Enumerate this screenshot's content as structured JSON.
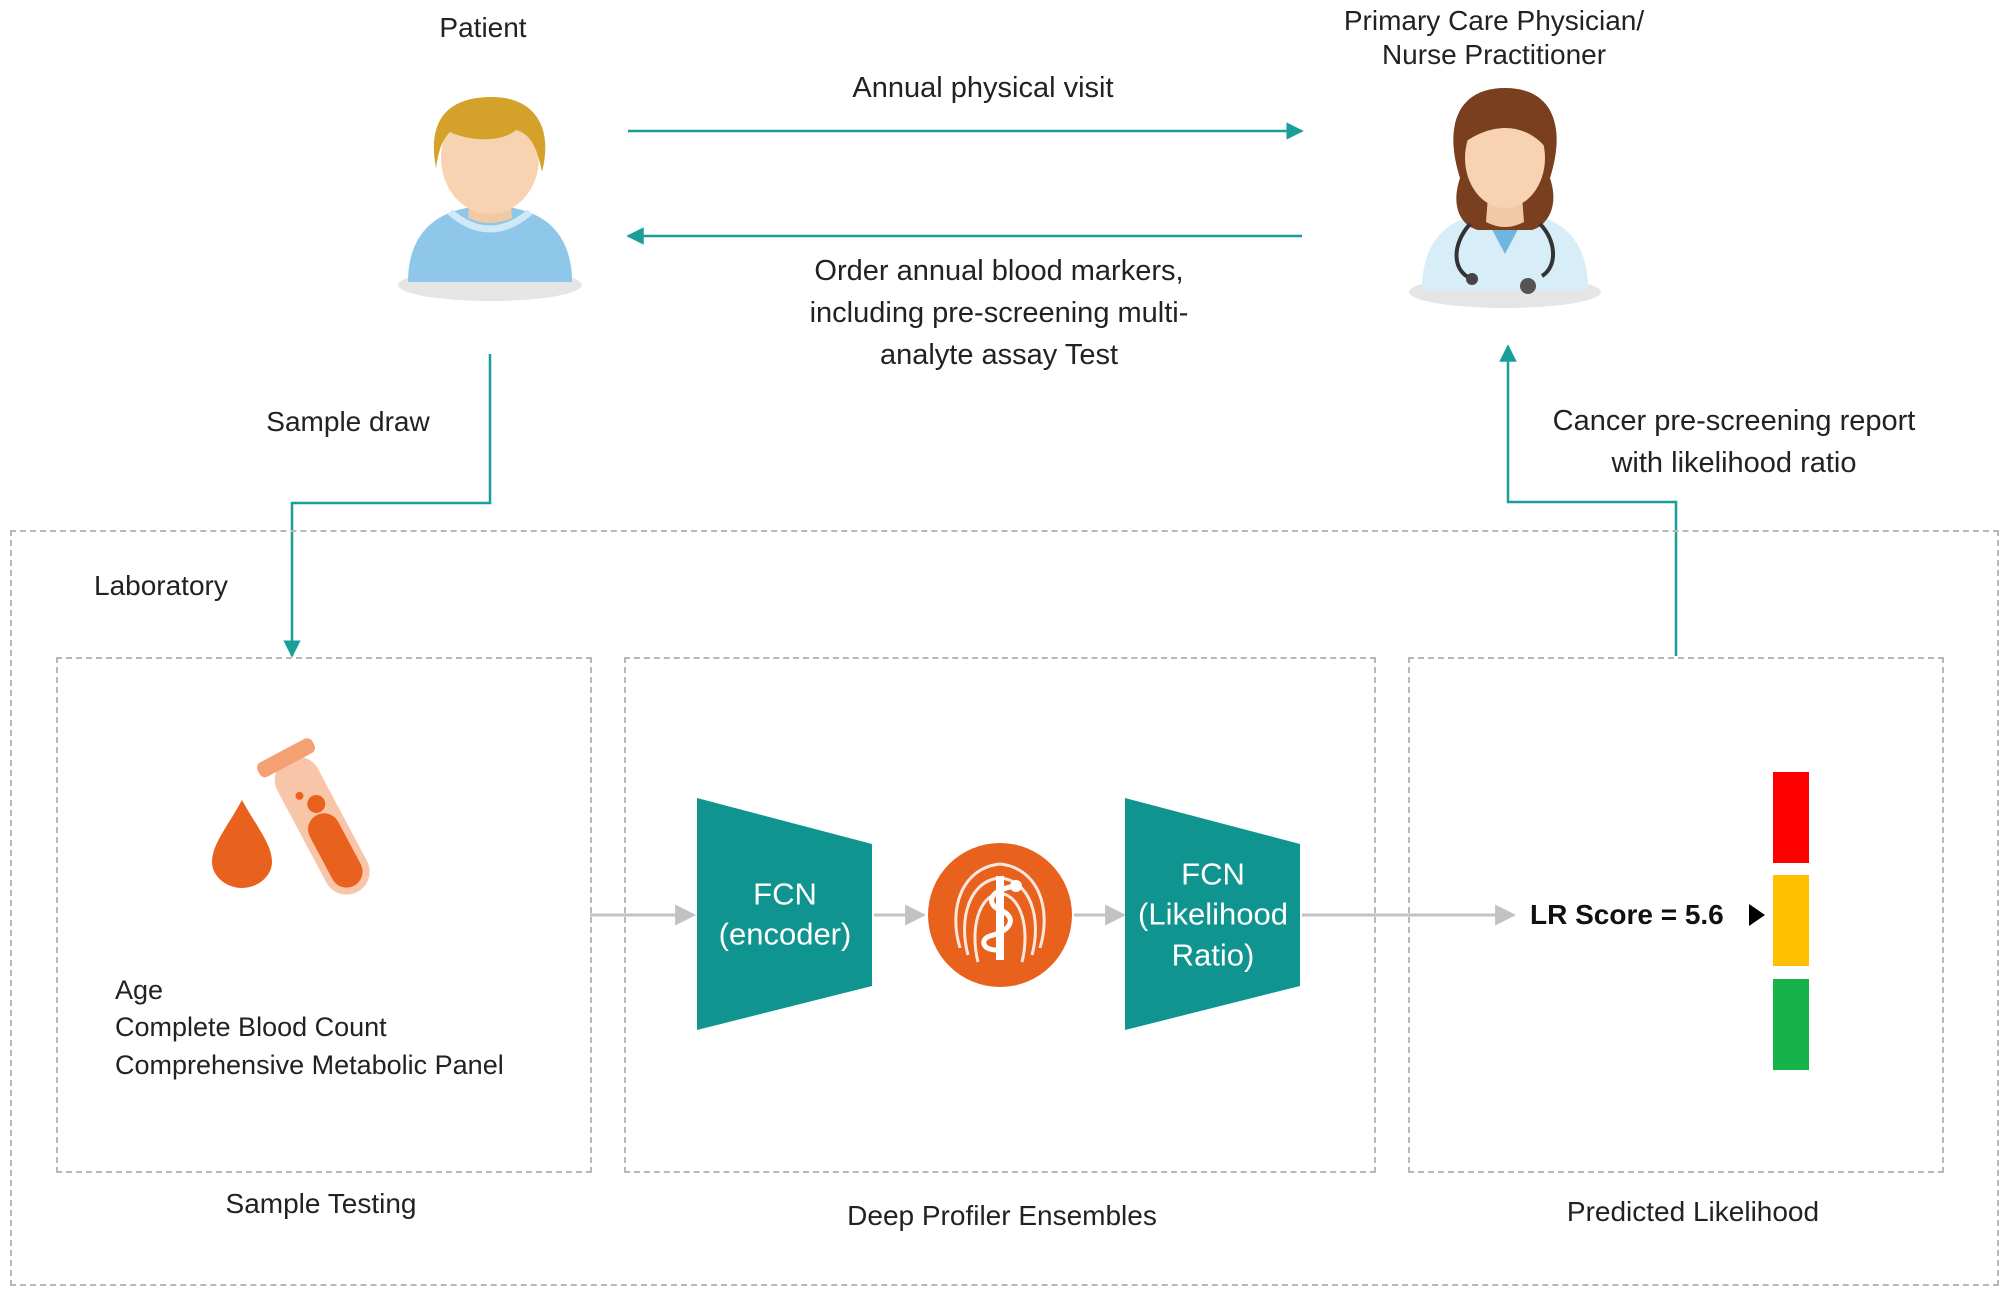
{
  "actors": {
    "patient": {
      "label": "Patient",
      "icon": "patient-icon"
    },
    "physician": {
      "label_line1": "Primary Care Physician/",
      "label_line2": "Nurse Practitioner",
      "icon": "physician-icon"
    }
  },
  "flows": {
    "visit": "Annual physical visit",
    "order_line1": "Order annual blood markers,",
    "order_line2": "including pre-screening multi-",
    "order_line3": "analyte assay Test",
    "sample_draw": "Sample draw",
    "report_line1": "Cancer pre-screening report",
    "report_line2": "with likelihood ratio"
  },
  "laboratory": {
    "label": "Laboratory",
    "sample_testing": {
      "caption": "Sample Testing",
      "icon": "blood-test-tube-icon",
      "inputs": [
        "Age",
        "Complete Blood Count",
        "Comprehensive Metabolic Panel"
      ]
    },
    "deep_profiler": {
      "caption": "Deep Profiler Ensembles",
      "encoder_line1": "FCN",
      "encoder_line2": "(encoder)",
      "fingerprint_icon": "fingerprint-caduceus-icon",
      "lr_line1": "FCN",
      "lr_line2": "(Likelihood",
      "lr_line3": "Ratio)"
    },
    "predicted_likelihood": {
      "caption": "Predicted Likelihood",
      "score_text": "LR Score = 5.6",
      "indicator_levels": [
        "high",
        "medium",
        "low"
      ],
      "selected_level": "medium"
    }
  },
  "colors": {
    "teal_arrow": "#1a9e9a",
    "teal_block": "#0f9490",
    "orange": "#e8621e",
    "red": "#ff0000",
    "amber": "#ffc000",
    "green": "#16b24a",
    "dash": "#b8b8b8"
  }
}
